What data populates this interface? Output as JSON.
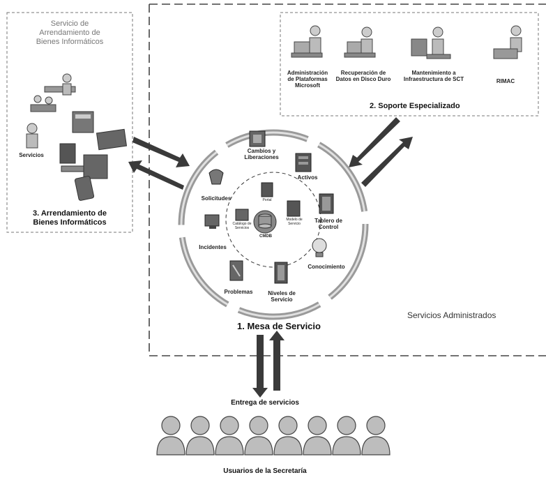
{
  "box_servicios_administrados": {
    "label": "Servicios Administrados"
  },
  "box_arrendamiento": {
    "header": [
      "Servicio de",
      "Arrendamiento de",
      "Bienes Informáticos"
    ],
    "servicios_label": "Servicios",
    "title_line1": "3. Arrendamiento de",
    "title_line2": "Bienes Informáticos"
  },
  "box_soporte": {
    "items": [
      [
        "Administración",
        "de Plataformas",
        "Microsoft"
      ],
      [
        "Recuperación de",
        "Datos en Disco Duro"
      ],
      [
        "Mantenimiento a",
        "Infraestructura de SCT"
      ],
      [
        "RIMAC"
      ]
    ],
    "title": "2. Soporte Especializado"
  },
  "mesa": {
    "title": "1. Mesa de Servicio",
    "outer_items": {
      "cambios": [
        "Cambios y",
        "Liberaciones"
      ],
      "activos": "Activos",
      "solicitudes": "Solicitudes",
      "tablero": [
        "Tablero de",
        "Control"
      ],
      "incidentes": "Incidentes",
      "conocimiento": "Conocimiento",
      "problemas": "Problemas",
      "niveles": [
        "Niveles de",
        "Servicio"
      ]
    },
    "inner_items": {
      "catalogo": [
        "Catálogo de",
        "Servicios"
      ],
      "portal": "Portal",
      "modelo": [
        "Modelo de",
        "Servicio"
      ],
      "cmdb": "CMDB"
    }
  },
  "entrega": "Entrega de servicios",
  "usuarios": "Usuarios de la Secretaría"
}
